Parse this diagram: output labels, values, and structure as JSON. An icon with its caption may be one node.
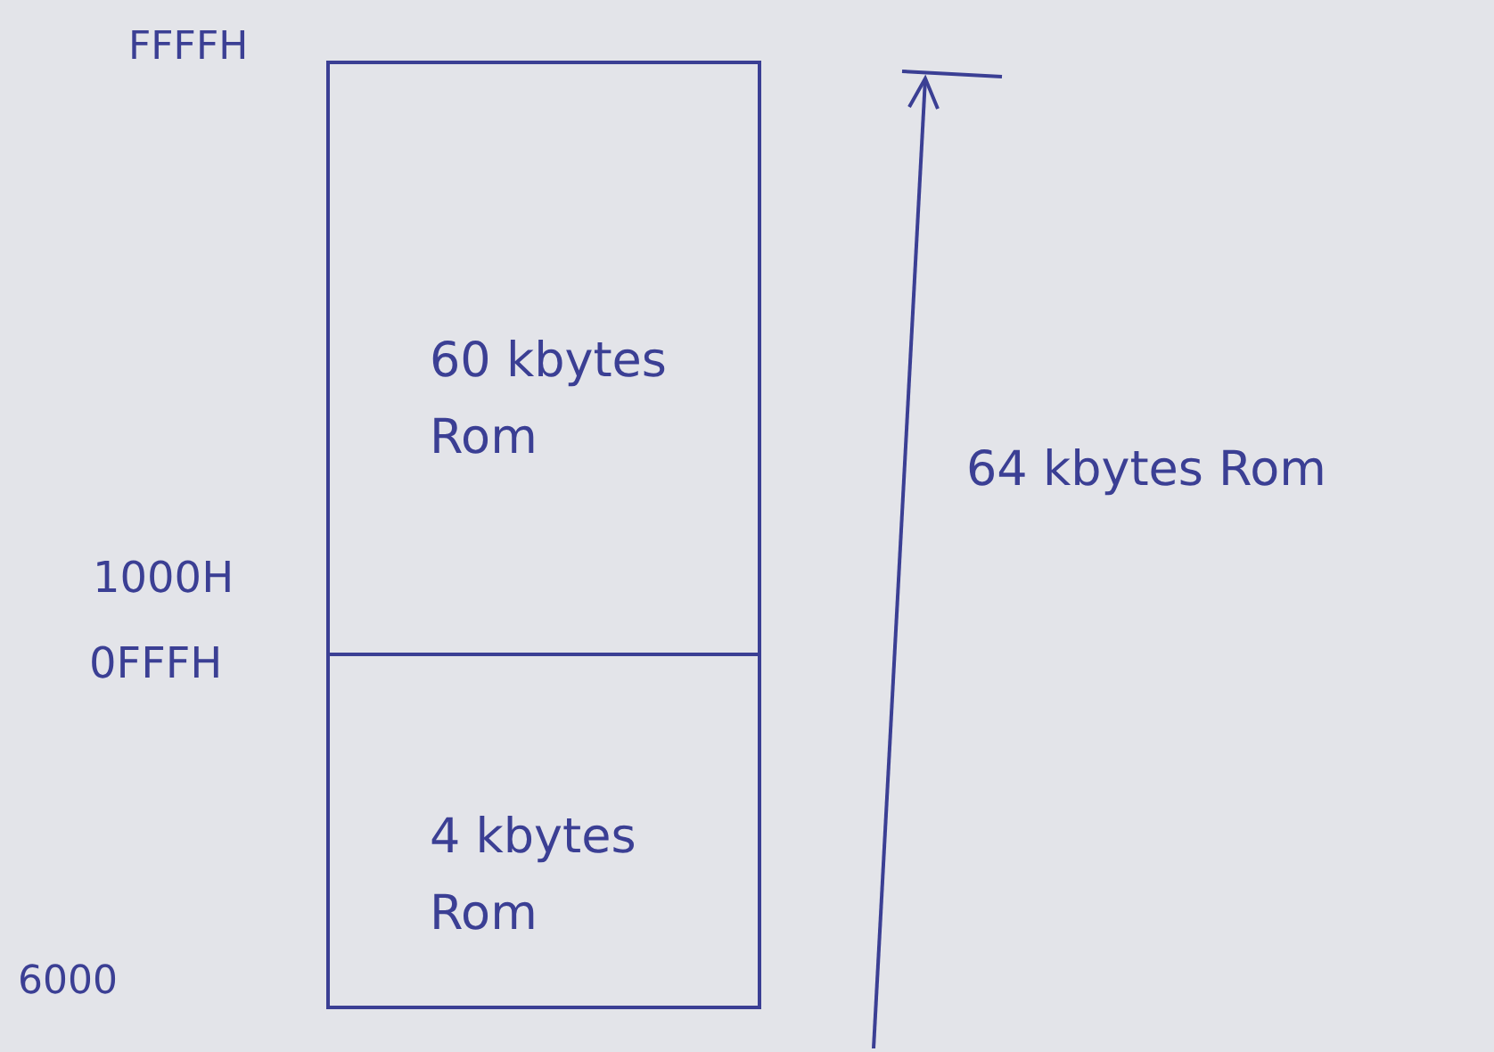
{
  "diagram": {
    "nodes": [
      {
        "text": [
          "60 kbytes Rom"
        ]
      },
      {
        "text": [
          "4 kbytes Rom"
        ]
      }
    ],
    "edges": [],
    "labels": [
      "FFFFH",
      "64 kbytes Rom",
      "1000H",
      "0FFFH",
      "6000"
    ]
  }
}
